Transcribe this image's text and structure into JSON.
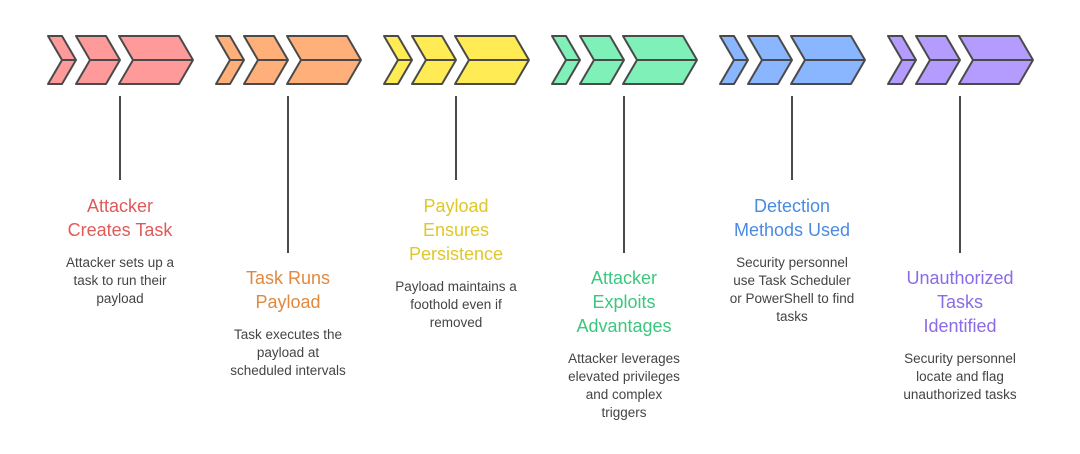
{
  "diagram": {
    "type": "process-timeline",
    "steps": [
      {
        "title": "Attacker Creates Task",
        "title_lines": [
          "Attacker",
          "Creates Task"
        ],
        "description_lines": [
          "Attacker sets up a",
          "task to run their",
          "payload"
        ],
        "fill": "#FF9A9A",
        "text_color": "#E05A5A"
      },
      {
        "title": "Task Runs Payload",
        "title_lines": [
          "Task Runs",
          "Payload"
        ],
        "description_lines": [
          "Task executes the",
          "payload at",
          "scheduled intervals"
        ],
        "fill": "#FFB07A",
        "text_color": "#E0893F"
      },
      {
        "title": "Payload Ensures Persistence",
        "title_lines": [
          "Payload",
          "Ensures",
          "Persistence"
        ],
        "description_lines": [
          "Payload maintains a",
          "foothold even if",
          "removed"
        ],
        "fill": "#FFEC55",
        "text_color": "#E0C72A"
      },
      {
        "title": "Attacker Exploits Advantages",
        "title_lines": [
          "Attacker",
          "Exploits",
          "Advantages"
        ],
        "description_lines": [
          "Attacker leverages",
          "elevated privileges",
          "and complex",
          "triggers"
        ],
        "fill": "#7EF0B8",
        "text_color": "#3CC77E"
      },
      {
        "title": "Detection Methods Used",
        "title_lines": [
          "Detection",
          "Methods Used"
        ],
        "description_lines": [
          "Security personnel",
          "use Task Scheduler",
          "or PowerShell to find",
          "tasks"
        ],
        "fill": "#8AB6FF",
        "text_color": "#4A8BE0"
      },
      {
        "title": "Unauthorized Tasks Identified",
        "title_lines": [
          "Unauthorized",
          "Tasks",
          "Identified"
        ],
        "description_lines": [
          "Security personnel",
          "locate and flag",
          "unauthorized tasks"
        ],
        "fill": "#B49CFF",
        "text_color": "#8A6BE8"
      }
    ],
    "stroke_color": "#4A4A4A"
  }
}
